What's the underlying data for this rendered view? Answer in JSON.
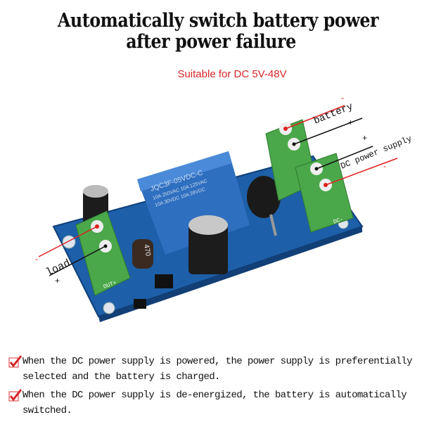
{
  "header": {
    "title_line1": "Automatically switch battery power",
    "title_line2": "after power failure",
    "subtitle": "Suitable for DC 5V-48V"
  },
  "product_image": {
    "labels": {
      "battery": "battery",
      "dc_power_supply": "DC power supply",
      "load": "load",
      "plus": "+",
      "minus": "-"
    },
    "silkscreen": {
      "out": "OUT+",
      "dc": "DC-"
    },
    "relay_marking": [
      "JQC3F-05VDC-C",
      "10A 250VAC 10A 125VAC",
      "10A 30VDC 10A 28VDC"
    ],
    "inductor_marking": "470",
    "colors": {
      "pcb": "#1d5fa8",
      "relay": "#2f6fc0",
      "terminal": "#4aa84a",
      "red_line": "#e02020",
      "accent_text": "#d8262b"
    }
  },
  "features": [
    {
      "icon": "checkmark-icon",
      "text": "When the DC power supply is powered, the power supply is preferentially selected and the battery is charged."
    },
    {
      "icon": "checkmark-icon",
      "text": "When the DC power supply is de-energized, the battery is automatically switched."
    }
  ]
}
